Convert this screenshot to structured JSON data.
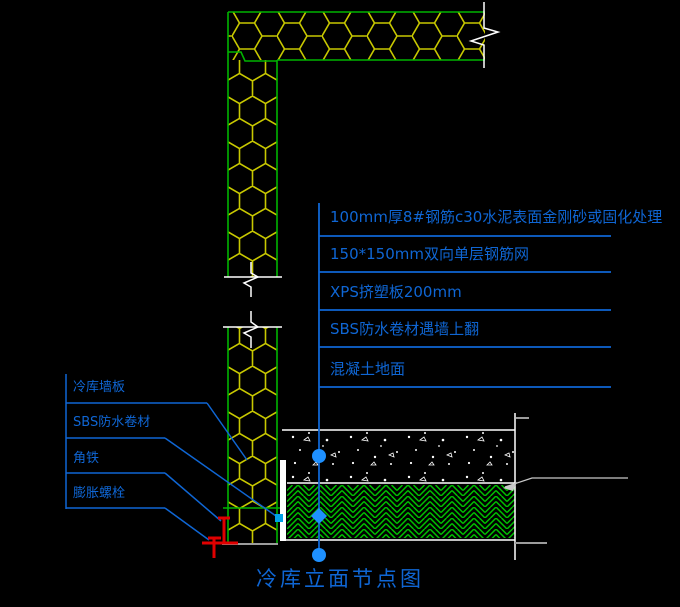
{
  "drawing": {
    "title": "冷库立面节点图",
    "right_callouts": [
      {
        "text": "100mm厚8#钢筋c30水泥表面金刚砂或固化处理"
      },
      {
        "text": "150*150mm双向单层钢筋网"
      },
      {
        "text": "XPS挤塑板200mm"
      },
      {
        "text": "SBS防水卷材遇墙上翻"
      },
      {
        "text": "混凝土地面"
      }
    ],
    "left_callouts": [
      {
        "text": "冷库墙板"
      },
      {
        "text": "SBS防水卷材"
      },
      {
        "text": "角铁"
      },
      {
        "text": "膨胀螺栓"
      }
    ],
    "colors": {
      "background": "#000000",
      "panel_outline_green": "#00b400",
      "hatch_yellow": "#c8c800",
      "xps_hatch_green": "#00c000",
      "annotation_blue": "#0f66d4",
      "marker_blue": "#1e90ff",
      "marker_square_blue": "#00a2e8",
      "bolt_red": "#e00000",
      "line_white": "#ffffff",
      "line_gray": "#9c9c9c"
    }
  }
}
